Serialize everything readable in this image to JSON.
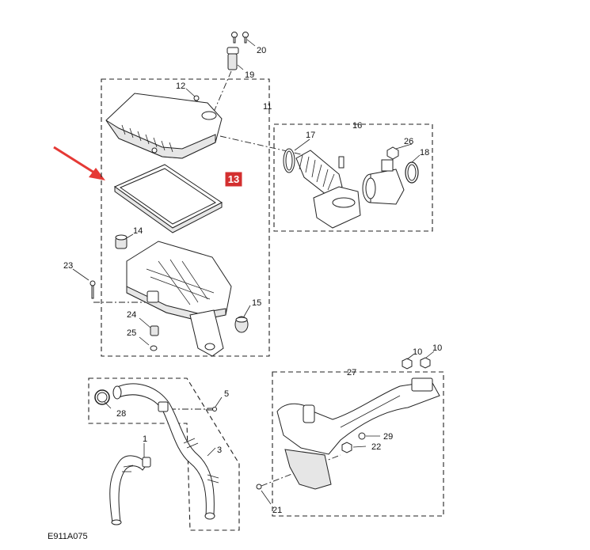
{
  "diagram": {
    "code": "E911A075",
    "highlight_label": "13",
    "highlight_color": "#d32f2f",
    "arrow_color": "#e53935",
    "callouts": {
      "c1": "1",
      "c3": "3",
      "c5": "5",
      "c10a": "10",
      "c10b": "10",
      "c11": "11",
      "c12": "12",
      "c14": "14",
      "c15": "15",
      "c16": "16",
      "c17": "17",
      "c18": "18",
      "c19": "19",
      "c20": "20",
      "c21": "21",
      "c22": "22",
      "c23": "23",
      "c24": "24",
      "c25": "25",
      "c26": "26",
      "c27": "27",
      "c28": "28",
      "c29": "29"
    }
  }
}
